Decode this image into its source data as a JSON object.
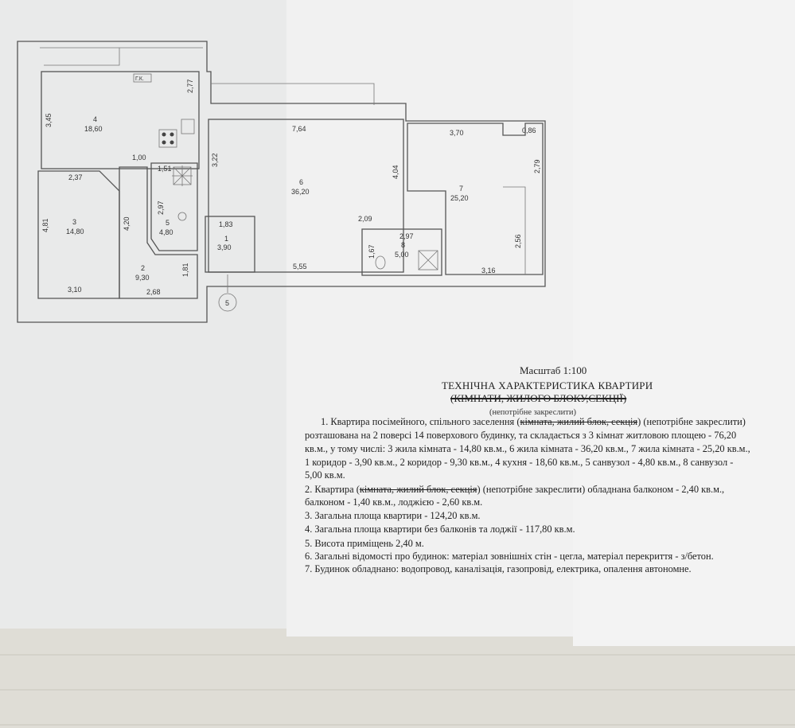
{
  "document": {
    "scale": "Масштаб 1:100",
    "title_line1": "ТЕХНІЧНА ХАРАКТЕРИСТИКА КВАРТИРИ",
    "title_line2": "(КІМНАТИ, ЖИЛОГО БЛОКУ,СЕКЦІЇ)",
    "note": "(непотрібне закреслити)",
    "items": [
      {
        "line1_pre": "1. Квартира посімейного, спільного заселення (",
        "line1_struck": "кімната, жилий блок, секція",
        "line1_post": ")  (непотрібне закреслити)",
        "line2": "розташована на  2 поверсі  14 поверхового будинку, та складається з 3 кімнат житловою площею - 76,20",
        "line3": "кв.м., у тому числі: 3 жила кімната - 14,80 кв.м., 6 жила кімната - 36,20 кв.м., 7 жила кімната - 25,20 кв.м.,",
        "line4": "1 коридор - 3,90 кв.м., 2 коридор - 9,30 кв.м., 4 кухня - 18,60 кв.м., 5 санвузол - 4,80 кв.м., 8 санвузол -",
        "line5": "5,00 кв.м."
      },
      {
        "line1_pre": "2. Квартира (",
        "line1_struck": "кімната, жилий блок, секція",
        "line1_post": ") (непотрібне закреслити) обладнана балконом - 2,40 кв.м.,",
        "line2": "балконом - 1,40 кв.м., лоджією - 2,60 кв.м."
      },
      {
        "text": "3. Загальна площа квартири - 124,20 кв.м."
      },
      {
        "text": "4. Загальна площа квартири без балконів та лоджії  - 117,80 кв.м."
      },
      {
        "text": "5. Висота приміщень  2,40 м."
      },
      {
        "text": "6. Загальні відомості про будинок: матеріал зовнішніх стін - цегла, матеріал перекриття - з/бетон."
      },
      {
        "text": "7. Будинок обладнано: водопровод, каналізація, газопровід, електрика, опалення автономне."
      }
    ]
  },
  "plan": {
    "rooms": [
      {
        "num": "1",
        "area": "3,90"
      },
      {
        "num": "2",
        "area": "9,30"
      },
      {
        "num": "3",
        "area": "14,80"
      },
      {
        "num": "4",
        "area": "18,60"
      },
      {
        "num": "5",
        "area": "4,80"
      },
      {
        "num": "6",
        "area": "36,20"
      },
      {
        "num": "7",
        "area": "25,20"
      },
      {
        "num": "8",
        "area": "5,00"
      }
    ],
    "dims": [
      "3,45",
      "2,77",
      "1,00",
      "2,37",
      "4,81",
      "3,10",
      "4,20",
      "2,68",
      "1,81",
      "1,51",
      "2,97",
      "1,83",
      "7,64",
      "3,22",
      "4,04",
      "5,55",
      "2,09",
      "2,97",
      "1,67",
      "3,70",
      "0,86",
      "2,79",
      "2,56",
      "3,16"
    ],
    "label_gk": "Г.К.",
    "axis_marker": "5"
  }
}
